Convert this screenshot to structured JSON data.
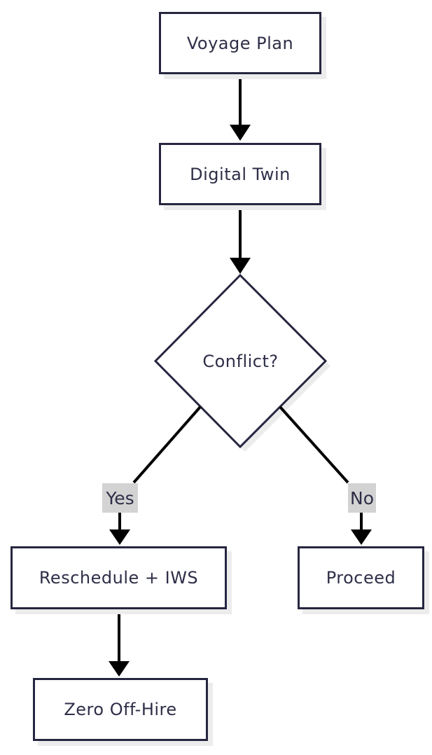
{
  "diagram": {
    "type": "flowchart",
    "nodes": {
      "voyage_plan": {
        "label": "Voyage Plan",
        "shape": "rectangle"
      },
      "digital_twin": {
        "label": "Digital Twin",
        "shape": "rectangle"
      },
      "conflict": {
        "label": "Conflict?",
        "shape": "diamond"
      },
      "reschedule_iws": {
        "label": "Reschedule + IWS",
        "shape": "rectangle"
      },
      "proceed": {
        "label": "Proceed",
        "shape": "rectangle"
      },
      "zero_off_hire": {
        "label": "Zero Off-Hire",
        "shape": "rectangle"
      }
    },
    "edges": [
      {
        "from": "voyage_plan",
        "to": "digital_twin",
        "label": ""
      },
      {
        "from": "digital_twin",
        "to": "conflict",
        "label": ""
      },
      {
        "from": "conflict",
        "to": "reschedule_iws",
        "label": "Yes"
      },
      {
        "from": "conflict",
        "to": "proceed",
        "label": "No"
      },
      {
        "from": "reschedule_iws",
        "to": "zero_off_hire",
        "label": ""
      }
    ],
    "edge_labels": {
      "yes": "Yes",
      "no": "No"
    },
    "colors": {
      "background": "#ffffff",
      "node_fill": "#ffffff",
      "node_border": "#262640",
      "node_text": "#2e2e48",
      "arrow": "#000000",
      "shadow": "#ececec",
      "edge_label_bg": "#d3d3d3"
    }
  }
}
